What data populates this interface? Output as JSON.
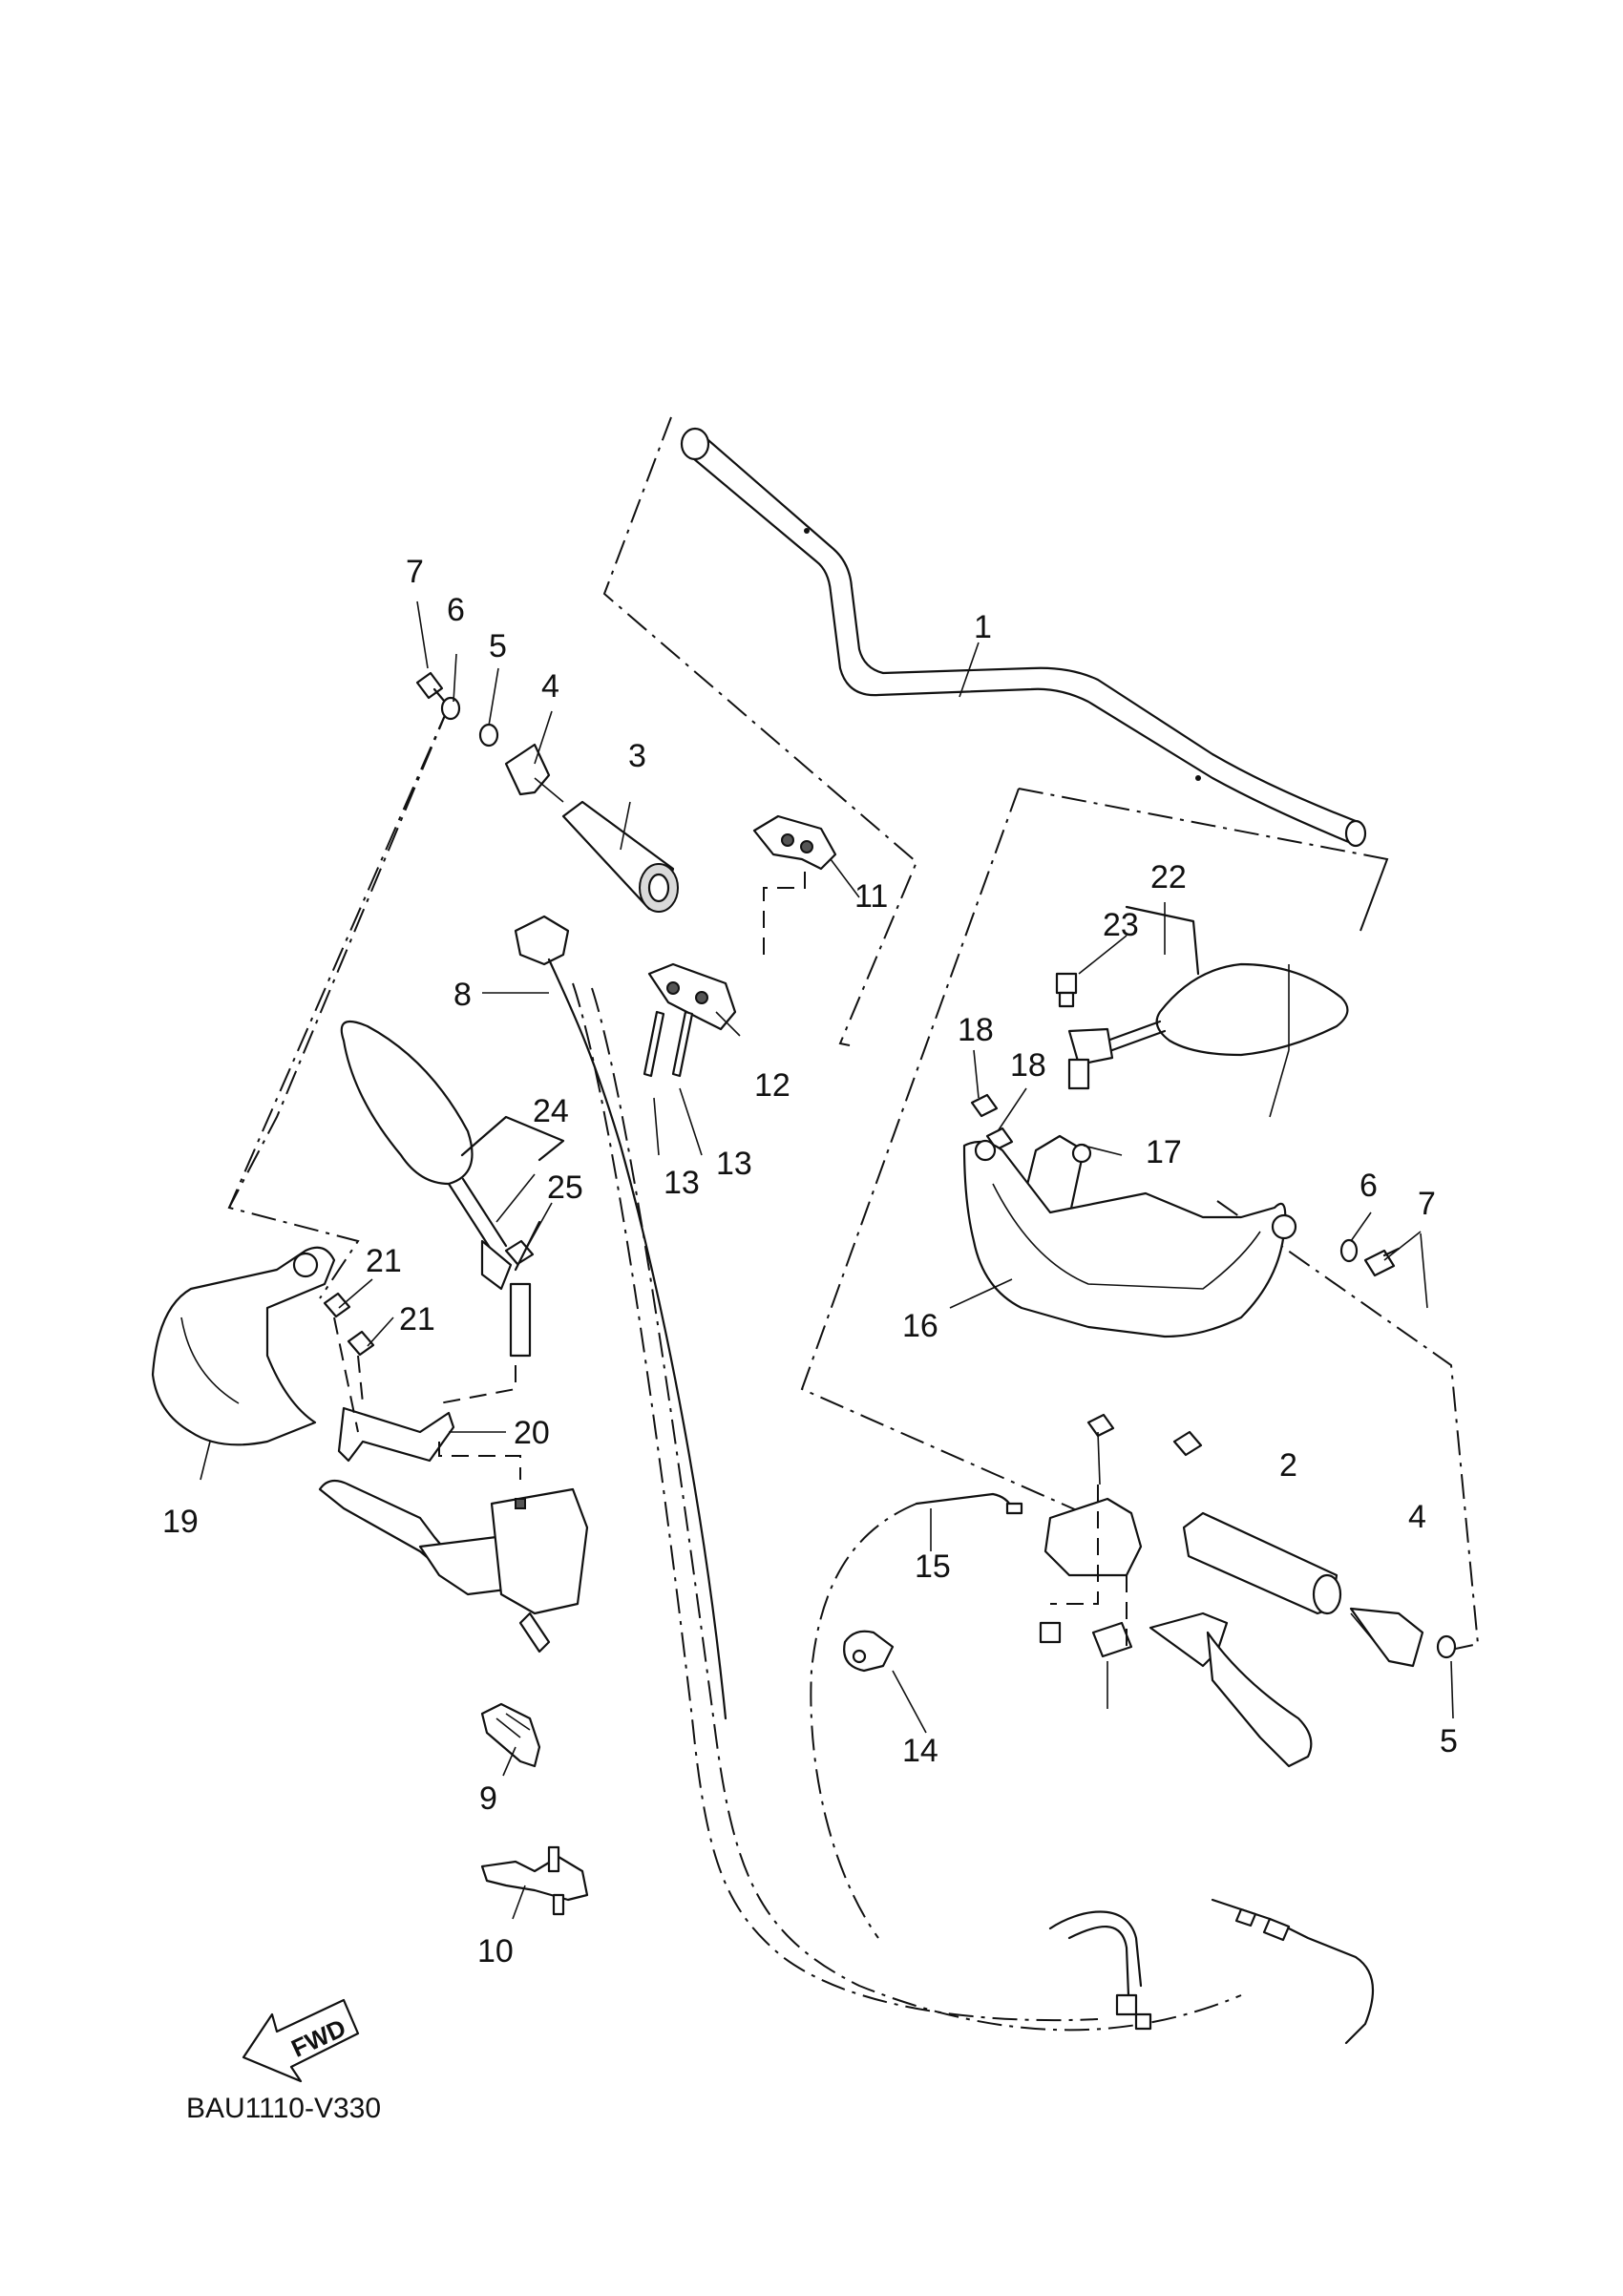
{
  "diagram_code": "BAU1110-V330",
  "fwd_label": "FWD",
  "labels": [
    {
      "id": "c1",
      "text": "1"
    },
    {
      "id": "c2",
      "text": "2"
    },
    {
      "id": "c3",
      "text": "3"
    },
    {
      "id": "c4a",
      "text": "4"
    },
    {
      "id": "c4b",
      "text": "4"
    },
    {
      "id": "c5a",
      "text": "5"
    },
    {
      "id": "c5b",
      "text": "5"
    },
    {
      "id": "c6a",
      "text": "6"
    },
    {
      "id": "c6b",
      "text": "6"
    },
    {
      "id": "c7a",
      "text": "7"
    },
    {
      "id": "c7b",
      "text": "7"
    },
    {
      "id": "c8",
      "text": "8"
    },
    {
      "id": "c9",
      "text": "9"
    },
    {
      "id": "c10",
      "text": "10"
    },
    {
      "id": "c11",
      "text": "11"
    },
    {
      "id": "c12",
      "text": "12"
    },
    {
      "id": "c13a",
      "text": "13"
    },
    {
      "id": "c13b",
      "text": "13"
    },
    {
      "id": "c14",
      "text": "14"
    },
    {
      "id": "c15",
      "text": "15"
    },
    {
      "id": "c16",
      "text": "16"
    },
    {
      "id": "c17",
      "text": "17"
    },
    {
      "id": "c18a",
      "text": "18"
    },
    {
      "id": "c18b",
      "text": "18"
    },
    {
      "id": "c19",
      "text": "19"
    },
    {
      "id": "c20",
      "text": "20"
    },
    {
      "id": "c21a",
      "text": "21"
    },
    {
      "id": "c21b",
      "text": "21"
    },
    {
      "id": "c22",
      "text": "22"
    },
    {
      "id": "c23",
      "text": "23"
    },
    {
      "id": "c24",
      "text": "24"
    },
    {
      "id": "c25",
      "text": "25"
    }
  ]
}
